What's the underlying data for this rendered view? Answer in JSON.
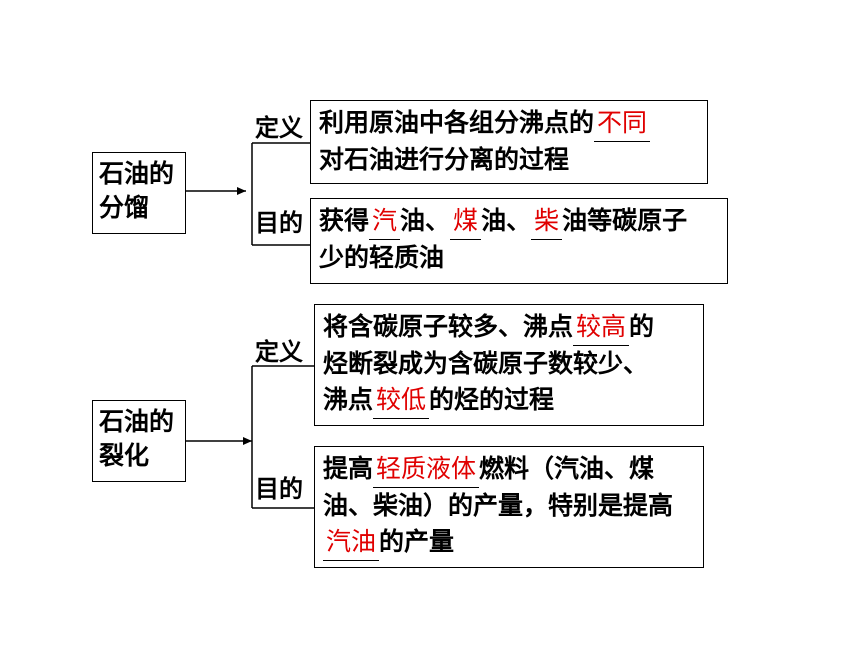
{
  "colors": {
    "blank_text": "#e00000",
    "line": "#000000",
    "background": "#ffffff"
  },
  "sections": [
    {
      "topic": [
        "石油的",
        "分馏"
      ],
      "items": [
        {
          "label": "定义",
          "lines": [
            [
              {
                "t": "利用原油中各组分沸点的"
              },
              {
                "t": "不同",
                "blank": true
              }
            ],
            [
              {
                "t": "对石油进行分离的过程"
              }
            ]
          ]
        },
        {
          "label": "目的",
          "lines": [
            [
              {
                "t": "获得"
              },
              {
                "t": "汽",
                "blank": true
              },
              {
                "t": "油、"
              },
              {
                "t": "煤",
                "blank": true
              },
              {
                "t": "油、"
              },
              {
                "t": "柴",
                "blank": true
              },
              {
                "t": "油等碳原子"
              }
            ],
            [
              {
                "t": "少的轻质油"
              }
            ]
          ]
        }
      ]
    },
    {
      "topic": [
        "石油的",
        "裂化"
      ],
      "items": [
        {
          "label": "定义",
          "lines": [
            [
              {
                "t": "将含碳原子较多、沸点"
              },
              {
                "t": "较高",
                "blank": true
              },
              {
                "t": "的"
              }
            ],
            [
              {
                "t": "烃断裂成为含碳原子数较少、"
              }
            ],
            [
              {
                "t": "沸点"
              },
              {
                "t": "较低",
                "blank": true
              },
              {
                "t": "的烃的过程"
              }
            ]
          ]
        },
        {
          "label": "目的",
          "lines": [
            [
              {
                "t": "提高"
              },
              {
                "t": "轻质液体",
                "blank": true
              },
              {
                "t": "燃料（汽油、煤"
              }
            ],
            [
              {
                "t": "油、柴油）的产量，特别是提高"
              }
            ],
            [
              {
                "t": "汽油",
                "blank": true
              },
              {
                "t": "的产量"
              }
            ]
          ]
        }
      ]
    }
  ]
}
